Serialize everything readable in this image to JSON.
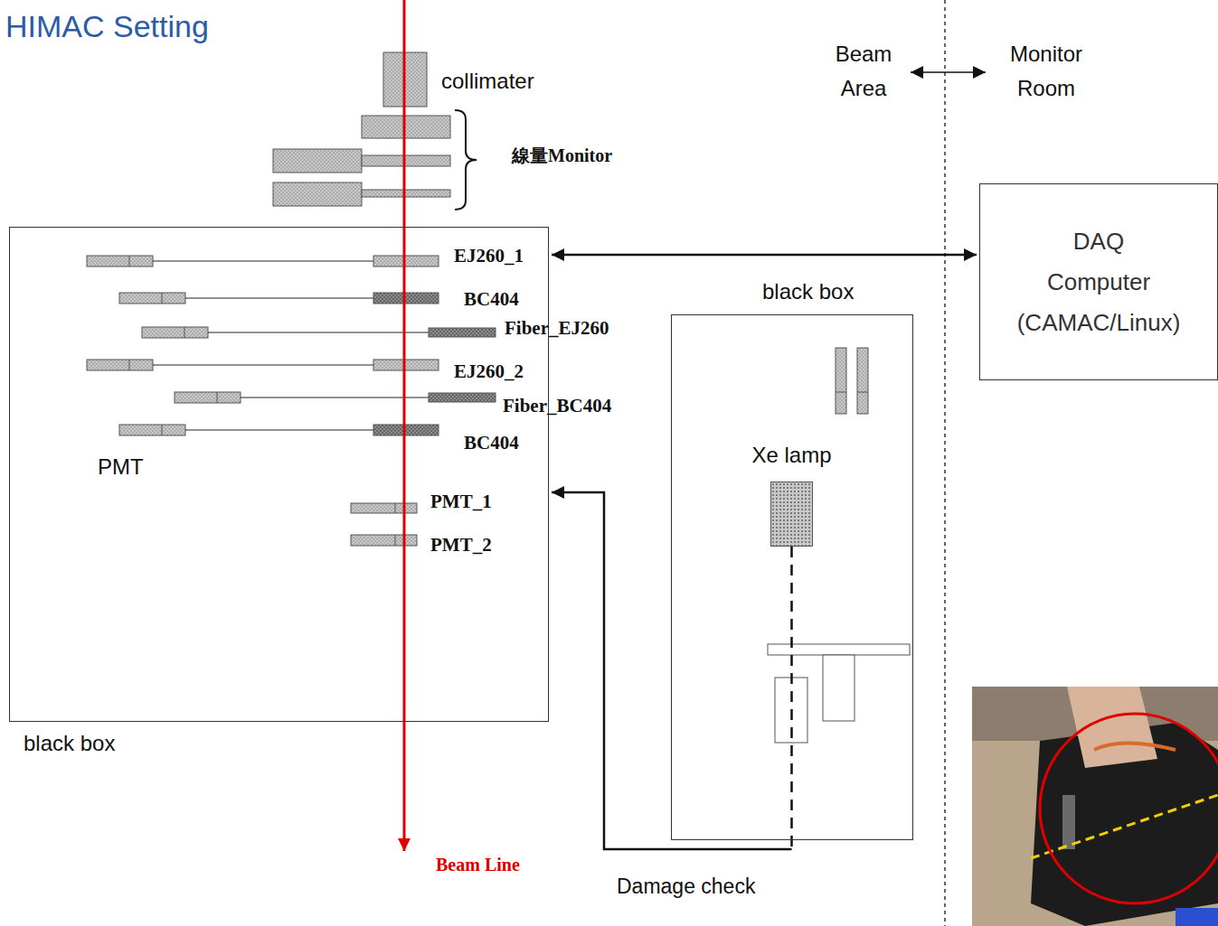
{
  "diagram": {
    "title": "HIMAC Setting",
    "nodes": [
      {
        "text": [
          "black box"
        ]
      },
      {
        "text": [
          "black box"
        ]
      },
      {
        "text": [
          "Xe lamp"
        ],
        "in": 1
      },
      {
        "text": [
          "DAQ Computer (CAMAC/Linux)"
        ]
      }
    ],
    "edges": [
      {
        "from": 0,
        "to": 3,
        "arrow": "both"
      },
      {
        "from": 2,
        "to": 0,
        "label": "Damage check",
        "arrow": "to"
      }
    ],
    "labels": [
      "collimater",
      "線量Monitor",
      "Beam Area",
      "Monitor Room",
      "EJ260_1",
      "BC404",
      "Fiber_EJ260",
      "EJ260_2",
      "Fiber_BC404",
      "BC404",
      "PMT",
      "PMT_1",
      "PMT_2",
      "Beam Line"
    ]
  }
}
